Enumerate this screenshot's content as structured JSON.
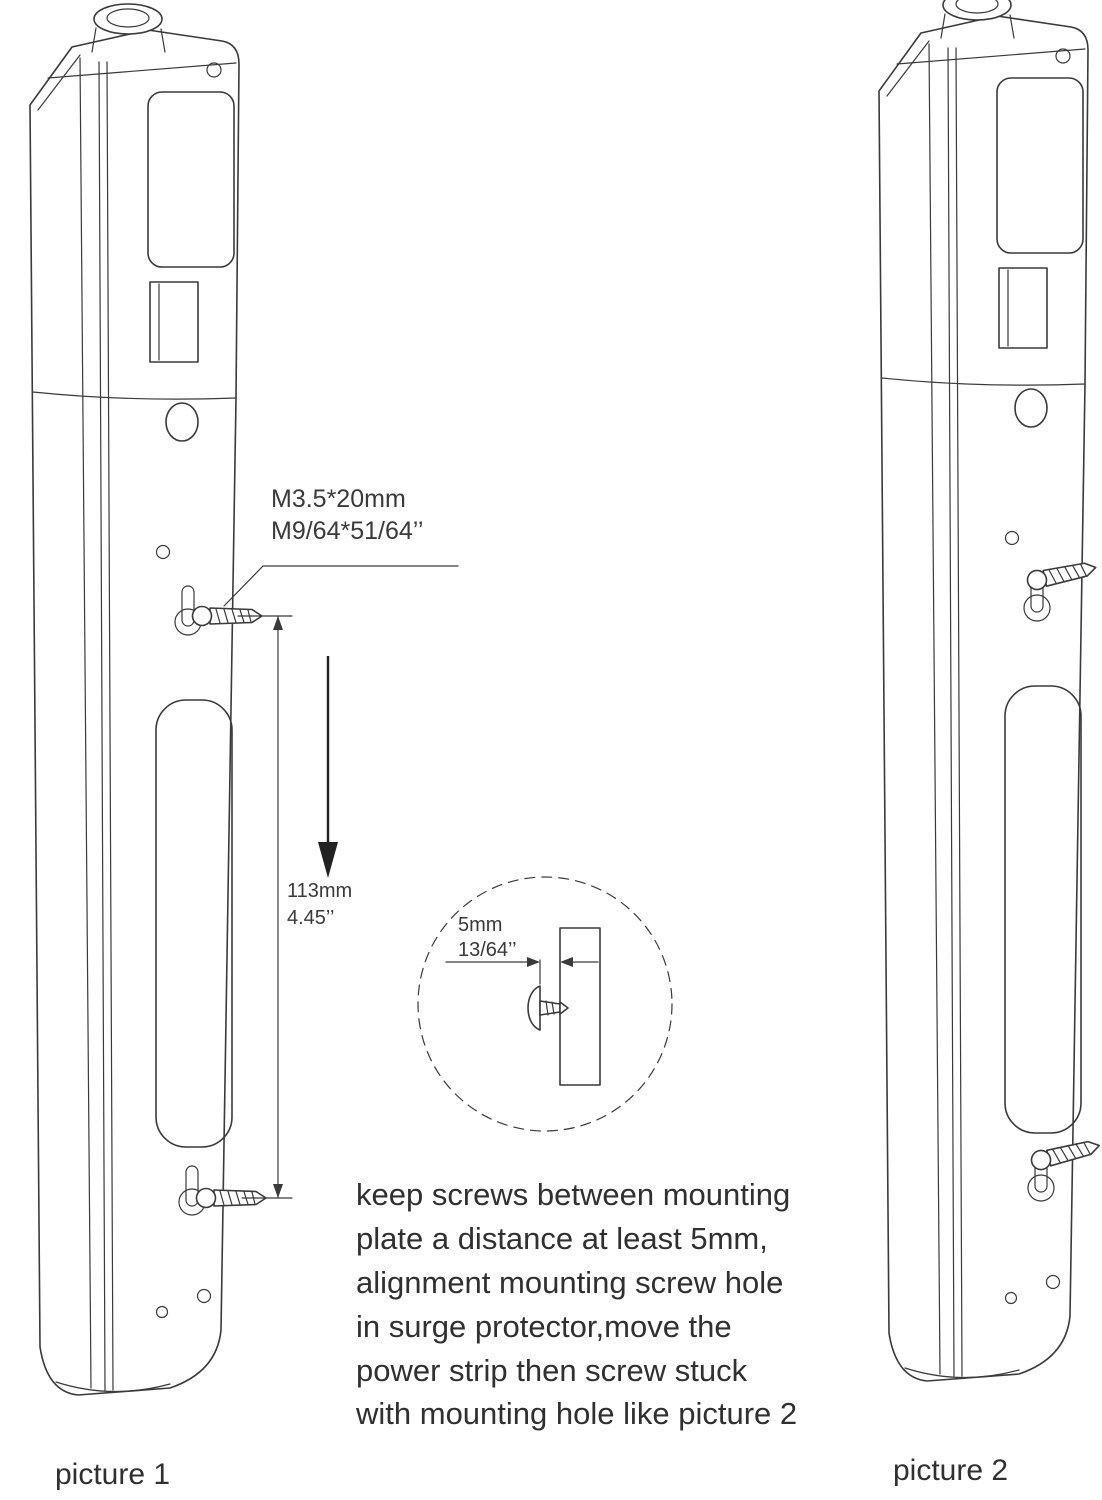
{
  "diagram": {
    "background_color": "#ffffff",
    "line_color": "#3a3a3a",
    "labels": {
      "screw_spec_metric": "M3.5*20mm",
      "screw_spec_imperial": "M9/64*51/64’’",
      "screw_distance_mm": "113mm",
      "screw_distance_in": "4.45’’",
      "gap_mm": "5mm",
      "gap_in": "13/64’’"
    },
    "instructions": [
      "keep screws between mounting",
      "plate a distance at least 5mm,",
      "alignment mounting screw hole",
      "in surge protector,move the",
      "power strip then screw stuck",
      "with mounting hole like picture 2"
    ],
    "captions": {
      "picture1": "picture 1",
      "picture2": "picture 2"
    }
  }
}
